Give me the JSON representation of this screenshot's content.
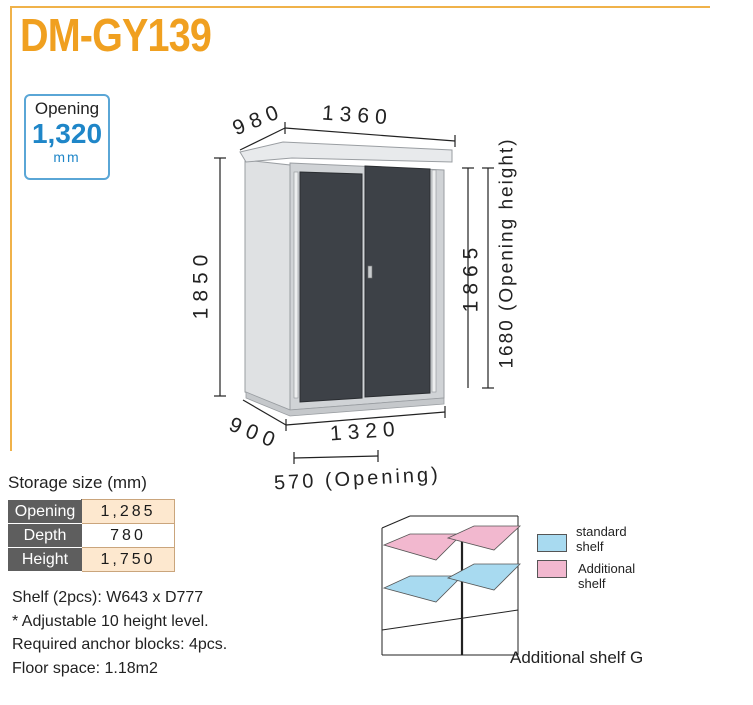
{
  "header": {
    "model": "DM-GY139"
  },
  "opening_badge": {
    "label": "Opening",
    "value": "1,320",
    "unit": "mm"
  },
  "dimensions": {
    "top_depth": "980",
    "top_width": "1360",
    "height_left": "1850",
    "height_right": "1865",
    "opening_height": "1680 (Opening height)",
    "bottom_depth": "900",
    "bottom_width": "1320",
    "opening_width": "570 (Opening)"
  },
  "storage": {
    "title": "Storage size (mm)",
    "rows": [
      {
        "label": "Opening",
        "value": "1,285"
      },
      {
        "label": "Depth",
        "value": "780"
      },
      {
        "label": "Height",
        "value": "1,750"
      }
    ]
  },
  "notes": [
    "Shelf (2pcs): W643 x D777",
    "* Adjustable 10 height level.",
    "Required anchor blocks: 4pcs.",
    "Floor space: 1.18m2"
  ],
  "legend": {
    "standard_line1": "standard",
    "standard_line2": "shelf",
    "additional_line1": "Additional",
    "additional_line2": "shelf",
    "standard_color": "#a8daf0",
    "additional_color": "#f2b8cf"
  },
  "shelf_caption": "Additional shelf G",
  "colors": {
    "accent": "#f0a020",
    "badge_blue": "#1f86c8",
    "door": "#3d4147",
    "body": "#d4d6d8"
  }
}
